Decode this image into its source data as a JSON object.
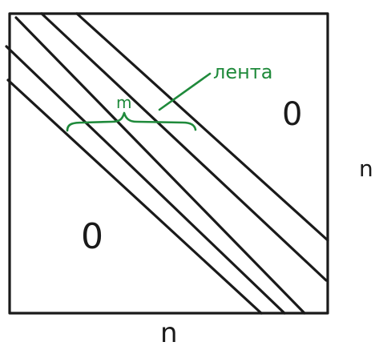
{
  "labels": {
    "band": "лента",
    "width": "m",
    "zero_upper": "0",
    "zero_lower": "0",
    "size_right": "n",
    "size_bottom": "n"
  },
  "colors": {
    "ink": "#1a1a1a",
    "annotation": "#1f8a3b"
  }
}
